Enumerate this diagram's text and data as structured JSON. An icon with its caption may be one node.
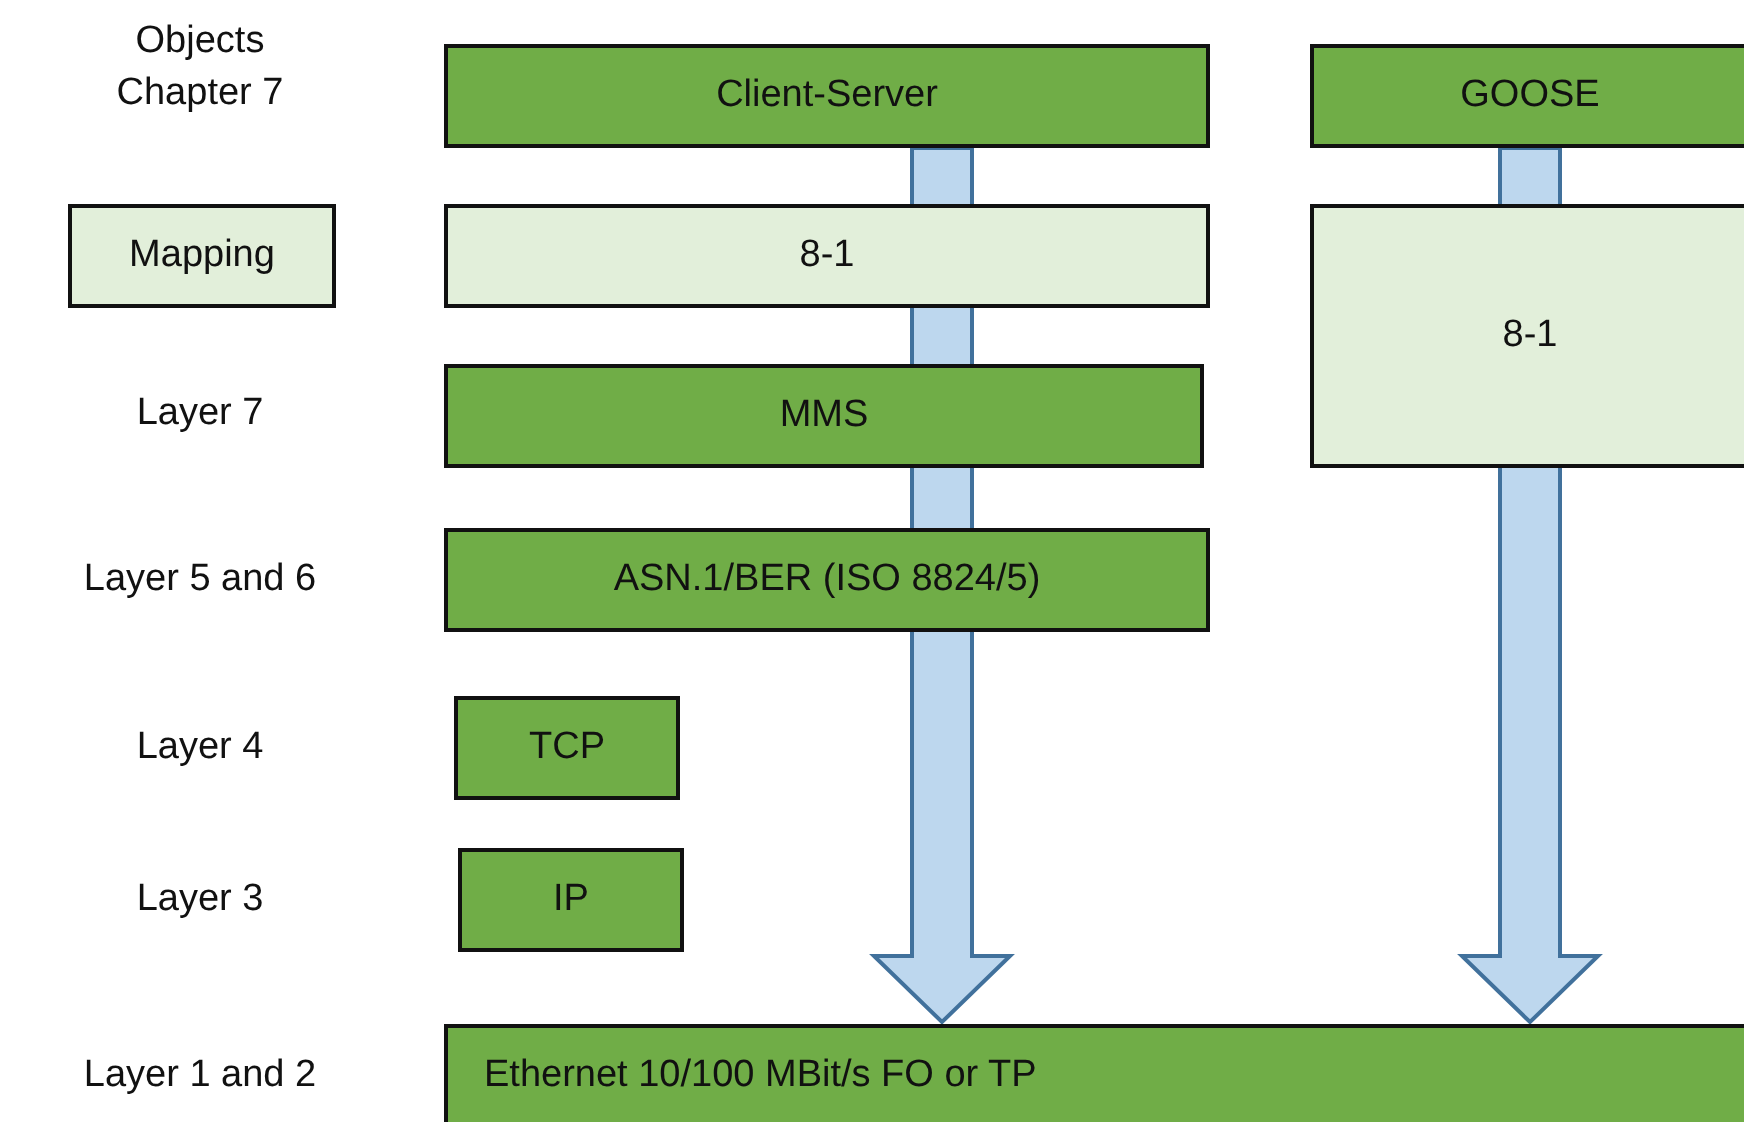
{
  "diagram": {
    "nodes": [
      {
        "text": [
          "Client-Server"
        ]
      },
      {
        "text": [
          "GOOSE"
        ]
      },
      {
        "text": [
          "Mapping"
        ]
      },
      {
        "text": [
          "8-1"
        ]
      },
      {
        "text": [
          "8-1"
        ]
      },
      {
        "text": [
          "MMS"
        ]
      },
      {
        "text": [
          "ASN.1/BER (ISO 8824/5)"
        ]
      },
      {
        "text": [
          "TCP"
        ]
      },
      {
        "text": [
          "IP"
        ]
      },
      {
        "text": [
          "Ethernet 10/100 MBit/s FO or TP"
        ]
      }
    ],
    "edges": [
      {
        "from": 0,
        "to": 9,
        "arrow": "to"
      },
      {
        "from": 1,
        "to": 9,
        "arrow": "to"
      }
    ],
    "labels": [
      "Objects Chapter 7",
      "Layer 7",
      "Layer 5 and 6",
      "Layer 4",
      "Layer 3",
      "Layer 1 and 2"
    ]
  }
}
